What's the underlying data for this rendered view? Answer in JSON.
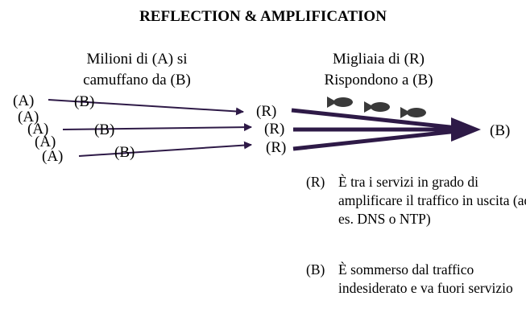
{
  "title": "REFLECTION & AMPLIFICATION",
  "captions": {
    "left_line1": "Milioni  di (A) si",
    "left_line2": "camuffano da (B)",
    "right_line1": "Migliaia di (R)",
    "right_line2": "Rispondono a (B)"
  },
  "nodes": {
    "attacker_label": "(A)",
    "spoofed_label": "(B)",
    "reflector_label": "(R)",
    "victim_label": "(B)"
  },
  "legend": [
    {
      "key": "(R)",
      "text": "È tra i servizi in grado di amplificare il traffico in uscita (ad es. DNS o NTP)"
    },
    {
      "key": "(B)",
      "text": "È sommerso dal traffico indesiderato e va fuori servizio"
    }
  ],
  "colors": {
    "arrow": "#2e1a47",
    "packet": "#3a3a3a",
    "text": "#000000"
  },
  "icons": {
    "packet": "bomb-icon"
  }
}
